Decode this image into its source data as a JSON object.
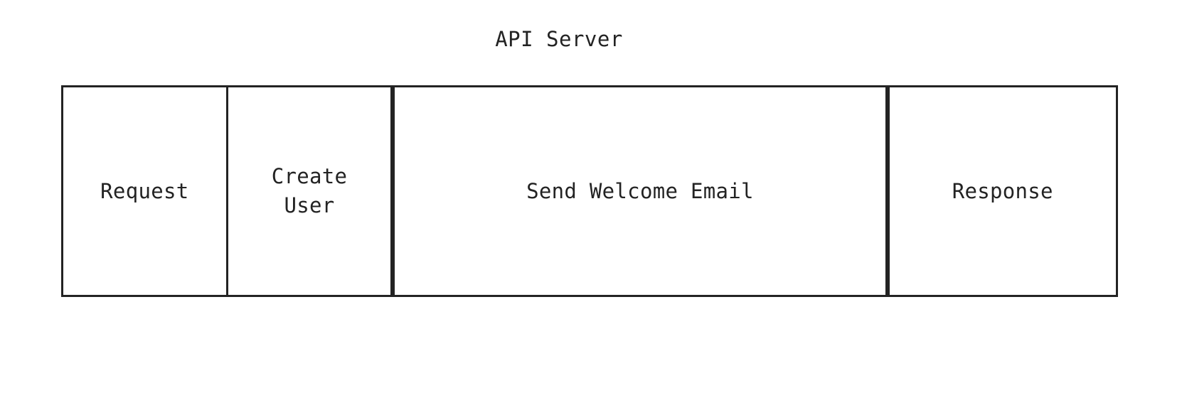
{
  "diagram": {
    "title": "API Server",
    "type": "span-timeline-bar",
    "colors": {
      "background": "#ffffff",
      "stroke": "#232323",
      "text": "#232323",
      "fill": "#ffffff"
    },
    "segments": [
      {
        "id": "request",
        "label": "Request",
        "width_fraction": 0.1561,
        "divider_before": "none",
        "divider_weight": 0
      },
      {
        "id": "create-user",
        "label": "Create\nUser",
        "width_fraction": 0.1561,
        "divider_before": "thin",
        "divider_weight": 3
      },
      {
        "id": "send-welcome-email",
        "label": "Send Welcome Email",
        "width_fraction": 0.4704,
        "divider_before": "thick",
        "divider_weight": 6
      },
      {
        "id": "response",
        "label": "Response",
        "width_fraction": 0.2174,
        "divider_before": "thick",
        "divider_weight": 6
      }
    ]
  }
}
